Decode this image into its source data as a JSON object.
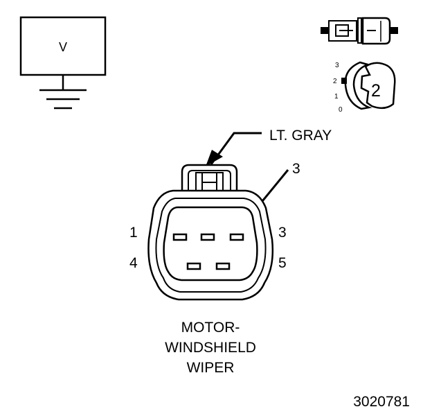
{
  "meter": {
    "label": "V"
  },
  "position_scale": [
    "3",
    "2",
    "1",
    "0"
  ],
  "position_value": "2",
  "wire_color": "LT. GRAY",
  "callout_terminal": "3",
  "pin_labels": {
    "p1": "1",
    "p3": "3",
    "p4": "4",
    "p5": "5"
  },
  "component_name": [
    "MOTOR-",
    "WINDSHIELD",
    "WIPER"
  ],
  "figure_number": "3020781"
}
